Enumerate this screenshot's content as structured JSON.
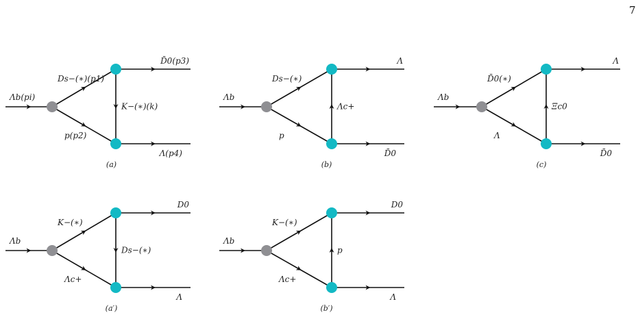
{
  "page_number": "7",
  "colors": {
    "line": "#111111",
    "weak_vertex": "#8f8f93",
    "strong_vertex": "#13b9c4"
  },
  "diagrams": [
    {
      "id": "a",
      "caption": "(a)",
      "incoming": "Λb(pi)",
      "upper_meson": "Ds−(∗)(p1)",
      "lower_baryon": "p(p2)",
      "exchanged": "K−(∗)(k)",
      "exchanged_direction": "down",
      "out_top": "D̄0(p3)",
      "out_bottom": "Λ(p4)"
    },
    {
      "id": "b",
      "caption": "(b)",
      "incoming": "Λb",
      "upper_meson": "Ds−(∗)",
      "lower_baryon": "p",
      "exchanged": "Λc+",
      "exchanged_direction": "up",
      "out_top": "Λ",
      "out_bottom": "D̄0"
    },
    {
      "id": "c",
      "caption": "(c)",
      "incoming": "Λb",
      "upper_meson": "D̄0(∗)",
      "lower_baryon": "Λ",
      "exchanged": "Ξc0",
      "exchanged_direction": "up",
      "out_top": "Λ",
      "out_bottom": "D̄0"
    },
    {
      "id": "a-prime",
      "caption": "(a′)",
      "incoming": "Λb",
      "upper_meson": "K−(∗)",
      "lower_baryon": "Λc+",
      "exchanged": "Ds−(∗)",
      "exchanged_direction": "down",
      "out_top": "D0",
      "out_bottom": "Λ"
    },
    {
      "id": "b-prime",
      "caption": "(b′)",
      "incoming": "Λb",
      "upper_meson": "K−(∗)",
      "lower_baryon": "Λc+",
      "exchanged": "p",
      "exchanged_direction": "up",
      "out_top": "D0",
      "out_bottom": "Λ"
    }
  ]
}
